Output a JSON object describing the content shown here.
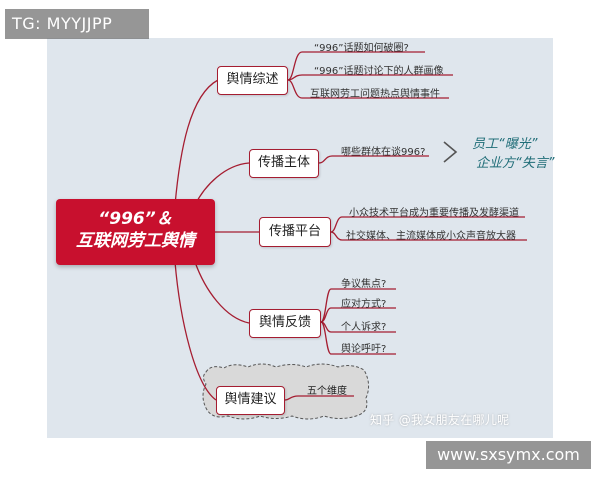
{
  "watermarks": {
    "top_left": "TG: MYYJJPP",
    "bottom_right": "www.sxsymx.com",
    "zhihu": "知乎 @我女朋友在哪儿呢"
  },
  "colors": {
    "center_fill": "#c8102e",
    "branch_line": "#a51d31",
    "panel_bg": "#dfe6ed",
    "annotation_text": "#1f6d78"
  },
  "mindmap": {
    "center": {
      "line1": "“996”＆",
      "line2": "互联网劳工舆情"
    },
    "branches": [
      {
        "label": "舆情综述",
        "leaves": [
          "“996”话题如何破圈?",
          "“996”话题讨论下的人群画像",
          "互联网劳工问题热点舆情事件"
        ]
      },
      {
        "label": "传播主体",
        "leaves": [
          "哪些群体在谈996?"
        ],
        "annotations": [
          "员工“曝光”",
          "企业方“失言”"
        ]
      },
      {
        "label": "传播平台",
        "leaves": [
          "小众技术平台成为重要传播及发酵渠道",
          "社交媒体、主流媒体成小众声音放大器"
        ]
      },
      {
        "label": "舆情反馈",
        "leaves": [
          "争议焦点?",
          "应对方式?",
          "个人诉求?",
          "舆论呼吁?"
        ]
      },
      {
        "label": "舆情建议",
        "leaves": [
          "五个维度"
        ]
      }
    ]
  }
}
